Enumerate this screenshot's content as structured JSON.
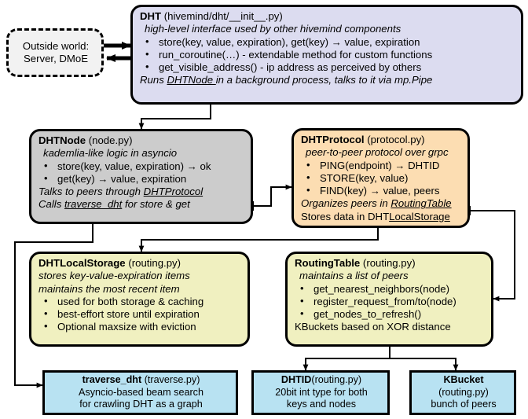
{
  "diagram": {
    "title": "hivemind DHT architecture",
    "colors": {
      "outside_world": "#f2f2f2",
      "dht": "#dcdcf0",
      "dhtnode": "#cccccc",
      "dhtprotocol": "#fcddb2",
      "storage": "#f0f0c0",
      "routing_table": "#f0f0c0",
      "leaf": "#b8e2f2",
      "stroke": "#000000"
    }
  },
  "nodes": {
    "outside_world": {
      "lines": [
        {
          "text": "Outside world:"
        },
        {
          "text": "Server, DMoE"
        }
      ]
    },
    "dht": {
      "lines": [
        {
          "parts": [
            {
              "t": "DHT",
              "s": "b"
            },
            {
              "t": " (hivemind/dht/__init__.py)",
              "s": ""
            }
          ]
        },
        {
          "parts": [
            {
              "t": "high-level interface used by other hivemind components",
              "s": "i"
            }
          ]
        },
        {
          "parts": [
            {
              "t": "store(key, value, expiration), get(key) → value, expiration",
              "s": ""
            }
          ]
        },
        {
          "parts": [
            {
              "t": "run_coroutine(…) - extendable method for custom functions",
              "s": ""
            }
          ]
        },
        {
          "parts": [
            {
              "t": "get_visible_address() - ip address as perceived by others",
              "s": ""
            }
          ]
        },
        {
          "parts": [
            {
              "t": "Runs ",
              "s": "i"
            },
            {
              "t": "DHTNode ",
              "s": "iu"
            },
            {
              "t": "in a background process, talks to it via mp.Pipe",
              "s": "i"
            }
          ]
        }
      ]
    },
    "dhtnode": {
      "lines": [
        {
          "parts": [
            {
              "t": "DHTNode",
              "s": "b"
            },
            {
              "t": " (node.py)",
              "s": ""
            }
          ]
        },
        {
          "parts": [
            {
              "t": "kademlia-like logic in asyncio",
              "s": "i"
            }
          ]
        },
        {
          "parts": [
            {
              "t": "store(key, value, expiration) → ok",
              "s": ""
            }
          ]
        },
        {
          "parts": [
            {
              "t": "get(key) → value, expiration",
              "s": ""
            }
          ]
        },
        {
          "parts": [
            {
              "t": "Talks to peers through ",
              "s": "i"
            },
            {
              "t": "DHTProtocol",
              "s": "iu"
            }
          ]
        },
        {
          "parts": [
            {
              "t": "Calls ",
              "s": "i"
            },
            {
              "t": "traverse_dht",
              "s": "iu"
            },
            {
              "t": " for store & get",
              "s": "i"
            }
          ]
        }
      ]
    },
    "dhtprotocol": {
      "lines": [
        {
          "parts": [
            {
              "t": "DHTProtocol",
              "s": "b"
            },
            {
              "t": " (protocol.py)",
              "s": ""
            }
          ]
        },
        {
          "parts": [
            {
              "t": "peer-to-peer protocol over grpc",
              "s": "i"
            }
          ]
        },
        {
          "parts": [
            {
              "t": "PING(endpoint) → DHTID",
              "s": ""
            }
          ]
        },
        {
          "parts": [
            {
              "t": "STORE(key, value)",
              "s": ""
            }
          ]
        },
        {
          "parts": [
            {
              "t": "FIND(key) → value, peers",
              "s": ""
            }
          ]
        },
        {
          "parts": [
            {
              "t": "Organizes peers in ",
              "s": "i"
            },
            {
              "t": "RoutingTable",
              "s": "iu"
            }
          ]
        },
        {
          "parts": [
            {
              "t": "Stores data in DHT",
              "s": ""
            },
            {
              "t": "LocalStorage",
              "s": "u"
            }
          ]
        }
      ]
    },
    "dhtlocalstorage": {
      "lines": [
        {
          "parts": [
            {
              "t": "DHTLocalStorage",
              "s": "b"
            },
            {
              "t": " (routing.py)",
              "s": ""
            }
          ]
        },
        {
          "parts": [
            {
              "t": "stores key-value-expiration items",
              "s": "i"
            }
          ]
        },
        {
          "parts": [
            {
              "t": "maintains the most recent item",
              "s": "i"
            }
          ]
        },
        {
          "parts": [
            {
              "t": "used for both storage & caching",
              "s": ""
            }
          ]
        },
        {
          "parts": [
            {
              "t": "best-effort store until expiration",
              "s": ""
            }
          ]
        },
        {
          "parts": [
            {
              "t": "Optional maxsize with eviction",
              "s": ""
            }
          ]
        }
      ]
    },
    "routingtable": {
      "lines": [
        {
          "parts": [
            {
              "t": "RoutingTable",
              "s": "b"
            },
            {
              "t": " (routing.py)",
              "s": ""
            }
          ]
        },
        {
          "parts": [
            {
              "t": "maintains a list of peers",
              "s": "i"
            }
          ]
        },
        {
          "parts": [
            {
              "t": "get_nearest_neighbors(node)",
              "s": ""
            }
          ]
        },
        {
          "parts": [
            {
              "t": "register_request_from/to(node)",
              "s": ""
            }
          ]
        },
        {
          "parts": [
            {
              "t": "get_nodes_to_refresh()",
              "s": ""
            }
          ]
        },
        {
          "parts": [
            {
              "t": "KBuckets based on XOR distance",
              "s": ""
            }
          ]
        }
      ]
    },
    "traverse_dht": {
      "lines": [
        {
          "parts": [
            {
              "t": "traverse_dht",
              "s": "b"
            },
            {
              "t": " (traverse.py)",
              "s": ""
            }
          ]
        },
        {
          "parts": [
            {
              "t": "Asyncio-based beam search",
              "s": ""
            }
          ]
        },
        {
          "parts": [
            {
              "t": "for crawling DHT as a graph",
              "s": ""
            }
          ]
        }
      ]
    },
    "dhtid": {
      "lines": [
        {
          "parts": [
            {
              "t": "DHTID",
              "s": "b"
            },
            {
              "t": "(routing.py)",
              "s": ""
            }
          ]
        },
        {
          "parts": [
            {
              "t": "20bit int type for both",
              "s": ""
            }
          ]
        },
        {
          "parts": [
            {
              "t": "keys and nodes",
              "s": ""
            }
          ]
        }
      ]
    },
    "kbucket": {
      "lines": [
        {
          "parts": [
            {
              "t": "KBucket",
              "s": "b"
            }
          ]
        },
        {
          "parts": [
            {
              "t": "(routing.py)",
              "s": ""
            }
          ]
        },
        {
          "parts": [
            {
              "t": "bunch of peers",
              "s": ""
            }
          ]
        }
      ]
    }
  },
  "edges": [
    {
      "name": "outside-to-dht",
      "label": ""
    },
    {
      "name": "dht-to-outside",
      "label": ""
    },
    {
      "name": "dht-to-dhtnode",
      "label": ""
    },
    {
      "name": "dhtnode-to-dhtprotocol",
      "label": ""
    },
    {
      "name": "dhtnode-to-traverse-dht",
      "label": ""
    },
    {
      "name": "dhtprotocol-to-dhtlocalstorage",
      "label": ""
    },
    {
      "name": "dhtprotocol-to-routingtable",
      "label": ""
    },
    {
      "name": "routingtable-to-dhtid",
      "label": ""
    },
    {
      "name": "routingtable-to-kbucket",
      "label": ""
    }
  ]
}
